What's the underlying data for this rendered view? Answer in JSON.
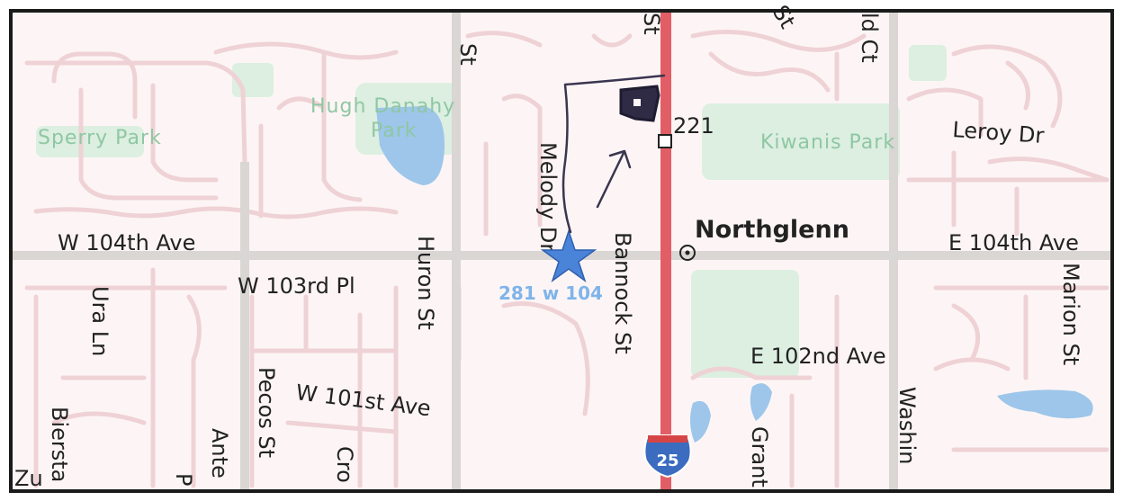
{
  "map": {
    "colors": {
      "background": "#fdf5f5",
      "minor_roads": "#efd2d5",
      "major_roads": "#d9d6d3",
      "highway": "#e15e66",
      "park": "#dcefe1",
      "water": "#9dc6ea",
      "marker": "#4a84d8",
      "ink": "#3a3550"
    },
    "labels": {
      "street_top_left": "St",
      "street_top_i25": "St",
      "street_top_diag": "St",
      "street_top_ct": "ld Ct",
      "sperry_park": "Sperry Park",
      "hugh_danahy_line1": "Hugh Danahy",
      "hugh_danahy_line2": "Park",
      "kiwanis_park": "Kiwanis Park",
      "leroy_dr": "Leroy Dr",
      "exit_221": "221",
      "melody_dr": "Melody Dr",
      "bannock_st": "Bannock St",
      "northglenn": "Northglenn",
      "w104": "W 104th Ave",
      "e104": "E 104th Ave",
      "w103": "W 103rd Pl",
      "huron": "Huron St",
      "ura": "Ura Ln",
      "marion": "Marion St",
      "e102": "E 102nd Ave",
      "w101": "W 101st Ave",
      "pecos": "Pecos St",
      "grant": "Grant",
      "washington": "Washin",
      "biersta": "Biersta",
      "zu": "Zu",
      "ante": "Ante",
      "p_frag": "P",
      "cro": "Cro",
      "address": "281 w 104"
    },
    "interstate_shield": "25",
    "landmark_icon": "city-center-icon"
  }
}
